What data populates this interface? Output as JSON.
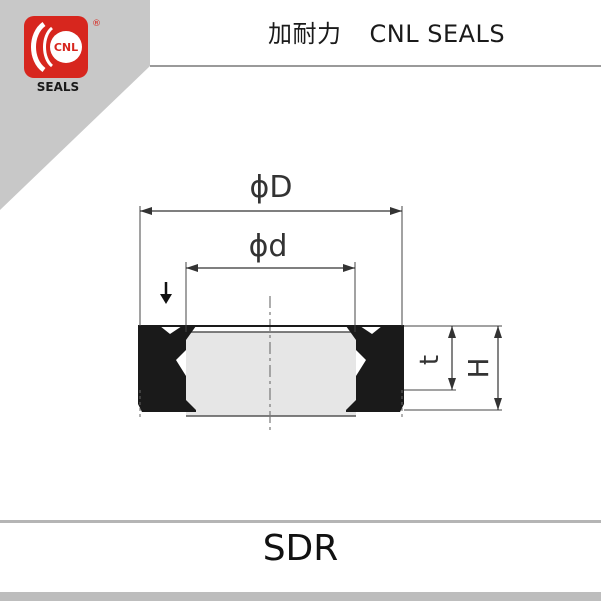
{
  "header": {
    "chinese_name": "加耐力",
    "english_name": "CNL SEALS"
  },
  "logo": {
    "mark_text": "CNL",
    "word_text": "SEALS",
    "registered_mark": "®",
    "brand_color": "#d7261e"
  },
  "diagram": {
    "outer_diameter_label": "ϕD",
    "inner_diameter_label": "ϕd",
    "thickness_label": "t",
    "height_label": "H",
    "arrow_icon": "down-arrow-icon"
  },
  "footer": {
    "model": "SDR"
  },
  "colors": {
    "corner_gray": "#c8c8c8",
    "seal_black": "#1a1a1a",
    "bore_gray": "#e6e6e6"
  }
}
